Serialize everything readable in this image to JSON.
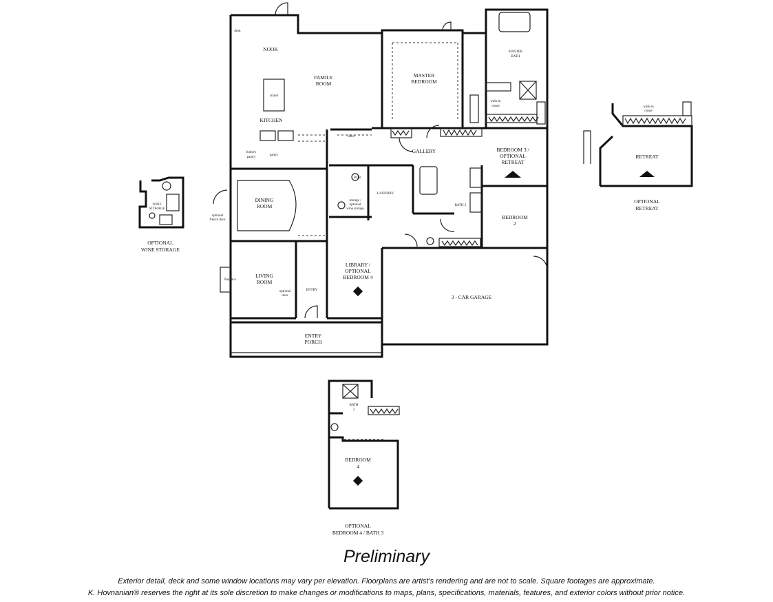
{
  "rooms": {
    "nook": "NOOK",
    "family_room": [
      "FAMILY",
      "ROOM"
    ],
    "kitchen": "KITCHEN",
    "island": "island",
    "master_bedroom": [
      "MASTER",
      "BEDROOM"
    ],
    "master_bath": [
      "MASTER",
      "BATH"
    ],
    "walk_in_closet": [
      "walk-in",
      "closet"
    ],
    "bedroom3": [
      "BEDROOM 3 /",
      "OPTIONAL",
      "RETREAT"
    ],
    "bedroom2": [
      "BEDROOM",
      "2"
    ],
    "gallery": "GALLERY",
    "linen": "linen",
    "pdr": "PDR.",
    "laundry": "LAUNDRY",
    "bath2": "BATH 2",
    "dining_room": [
      "DINING",
      "ROOM"
    ],
    "living_room": [
      "LIVING",
      "ROOM"
    ],
    "library": [
      "LIBRARY /",
      "OPTIONAL",
      "BEDROOM 4"
    ],
    "entry": "ENTRY",
    "entry_porch": [
      "ENTRY",
      "PORCH"
    ],
    "garage": "3 - CAR GARAGE",
    "fireplace": "fireplace",
    "optional_door": [
      "optional",
      "door"
    ],
    "optional_french_door": [
      "optional",
      "french door"
    ],
    "butlers_pantry": [
      "butler's",
      "pantry"
    ],
    "pantry": "pantry",
    "desk": "desk",
    "storage": [
      "storage /",
      "optional",
      "wine storage"
    ]
  },
  "insets": {
    "retreat": {
      "room": "RETREAT",
      "closet": [
        "walk-in",
        "closet"
      ],
      "caption": [
        "OPTIONAL",
        "RETREAT"
      ]
    },
    "wine": {
      "room": [
        "WINE",
        "STORAGE"
      ],
      "caption": [
        "OPTIONAL",
        "WINE STORAGE"
      ]
    },
    "bedroom4": {
      "room": [
        "BEDROOM",
        "4"
      ],
      "bath": [
        "BATH",
        "3"
      ],
      "caption": [
        "OPTIONAL",
        "BEDROOM 4 / BATH 3"
      ]
    }
  },
  "footer": {
    "title": "Preliminary",
    "line1": "Exterior detail, deck and some window locations may vary per elevation. Floorplans are artist's rendering and are not to scale. Square footages are approximate.",
    "line2": "K. Hovnanian® reserves the right at its sole discretion to make changes or modifications to maps, plans, specifications, materials, features, and exterior colors without prior notice."
  }
}
